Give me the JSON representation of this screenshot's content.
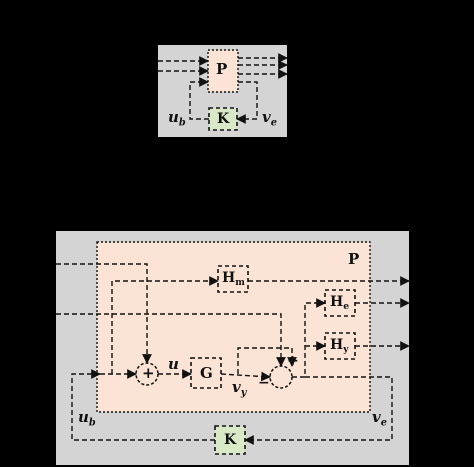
{
  "colors": {
    "background": "#000000",
    "panel": "#d4d4d4",
    "plant": "#fbe4d6",
    "controller": "#d9e8c6",
    "line": "#111111"
  },
  "top": {
    "plant_label": "P",
    "controller_label": "K",
    "u_main": "u",
    "u_sub": "b",
    "v_main": "v",
    "v_sub": "e"
  },
  "bottom": {
    "plant_label": "P",
    "hm_main": "H",
    "hm_sub": "m",
    "he_main": "H",
    "he_sub": "e",
    "hy_main": "H",
    "hy_sub": "y",
    "g_label": "G",
    "k_label": "K",
    "sum1_sign": "+",
    "sum2_plus": "+",
    "sum2_minus": "−",
    "u_label": "u",
    "vy_main": "v",
    "vy_sub": "y",
    "ub_main": "u",
    "ub_sub": "b",
    "ve_main": "v",
    "ve_sub": "e"
  }
}
